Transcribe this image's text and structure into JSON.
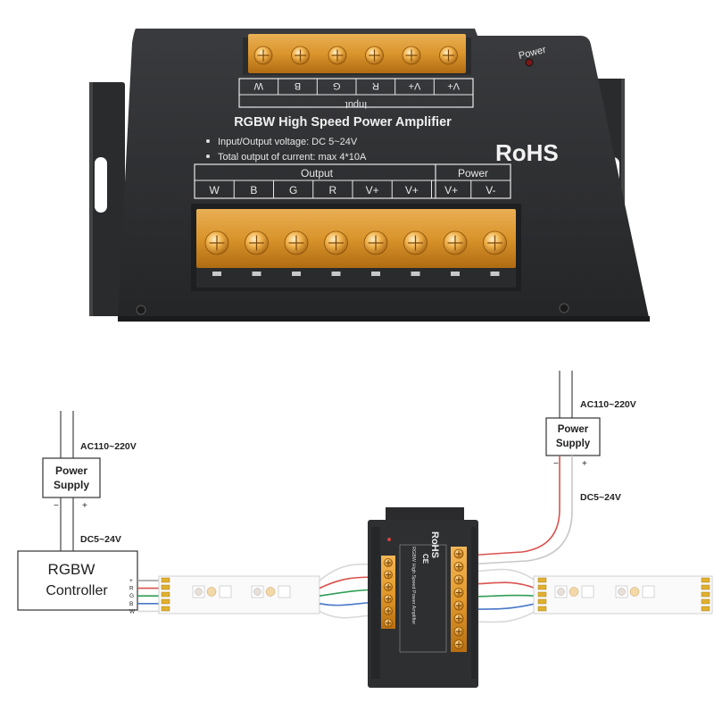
{
  "device": {
    "input_header": "Input",
    "input_terminals": [
      "W",
      "B",
      "G",
      "R",
      "V+",
      "V+"
    ],
    "power_led_label": "Power",
    "title": "RGBW High Speed Power Amplifier",
    "spec_voltage": "Input/Output voltage: DC 5~24V",
    "spec_current": "Total output of current: max 4*10A",
    "rohs": "RoHS",
    "output_header": "Output",
    "power_header": "Power",
    "output_terminals": [
      "W",
      "B",
      "G",
      "R",
      "V+",
      "V+"
    ],
    "power_terminals": [
      "V+",
      "V-"
    ]
  },
  "diagram": {
    "left_ac": "AC110~220V",
    "left_psu_line1": "Power",
    "left_psu_line2": "Supply",
    "left_psu_minus": "−",
    "left_psu_plus": "+",
    "left_dc": "DC5~24V",
    "controller_line1": "RGBW",
    "controller_line2": "Controller",
    "controller_pins": [
      "+",
      "R",
      "G",
      "B",
      "W"
    ],
    "right_ac": "AC110~220V",
    "right_psu_line1": "Power",
    "right_psu_line2": "Supply",
    "right_psu_minus": "−",
    "right_psu_plus": "+",
    "right_dc": "DC5~24V",
    "mini_title": "RGBW High Speed Power Amplifier",
    "mini_rohs": "RoHS",
    "mini_ce": "CE"
  },
  "colors": {
    "device_body": "#2e2f31",
    "terminal_amber": "#e9a03a",
    "wire_red": "#d9534f",
    "wire_green": "#2f9e55",
    "wire_blue": "#4a78c8",
    "wire_white": "#d8d8d8"
  }
}
